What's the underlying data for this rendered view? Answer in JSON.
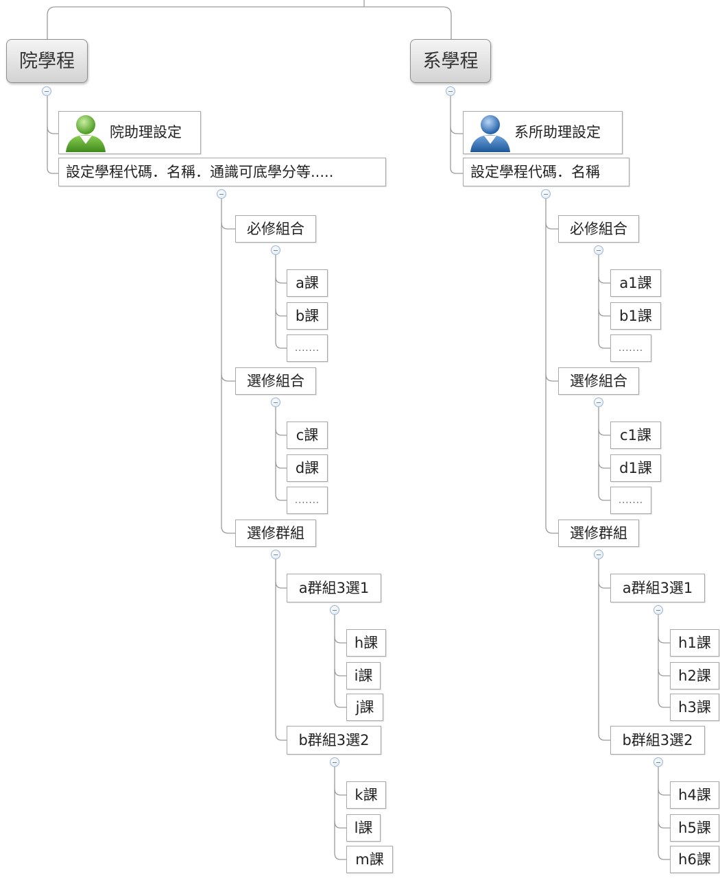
{
  "colors": {
    "line": "#9a9a9a",
    "node_border": "#a8a8a8",
    "main_node_fill": "#d9d9d9",
    "collapse_button": "#dbe6f3",
    "avatar_green": "#5aa02c",
    "avatar_blue": "#2f6db8"
  },
  "branches": [
    {
      "title": "院學程",
      "assistant": {
        "label": "院助理設定",
        "avatar_icon": "green-person-icon"
      },
      "setting": "設定學程代碼．名稱．通識可底學分等.....",
      "required": {
        "label": "必修組合",
        "items": [
          "a課",
          "b課",
          "......."
        ]
      },
      "elective": {
        "label": "選修組合",
        "items": [
          "c課",
          "d課",
          "......."
        ]
      },
      "group": {
        "label": "選修群組",
        "subgroups": [
          {
            "label": "a群組3選1",
            "items": [
              "h課",
              "i課",
              "j課"
            ]
          },
          {
            "label": "b群組3選2",
            "items": [
              "k課",
              "l課",
              "m課"
            ]
          }
        ]
      }
    },
    {
      "title": "系學程",
      "assistant": {
        "label": "系所助理設定",
        "avatar_icon": "blue-person-icon"
      },
      "setting": "設定學程代碼．名稱",
      "required": {
        "label": "必修組合",
        "items": [
          "a1課",
          "b1課",
          "......."
        ]
      },
      "elective": {
        "label": "選修組合",
        "items": [
          "c1課",
          "d1課",
          "......."
        ]
      },
      "group": {
        "label": "選修群組",
        "subgroups": [
          {
            "label": "a群組3選1",
            "items": [
              "h1課",
              "h2課",
              "h3課"
            ]
          },
          {
            "label": "b群組3選2",
            "items": [
              "h4課",
              "h5課",
              "h6課"
            ]
          }
        ]
      }
    }
  ]
}
